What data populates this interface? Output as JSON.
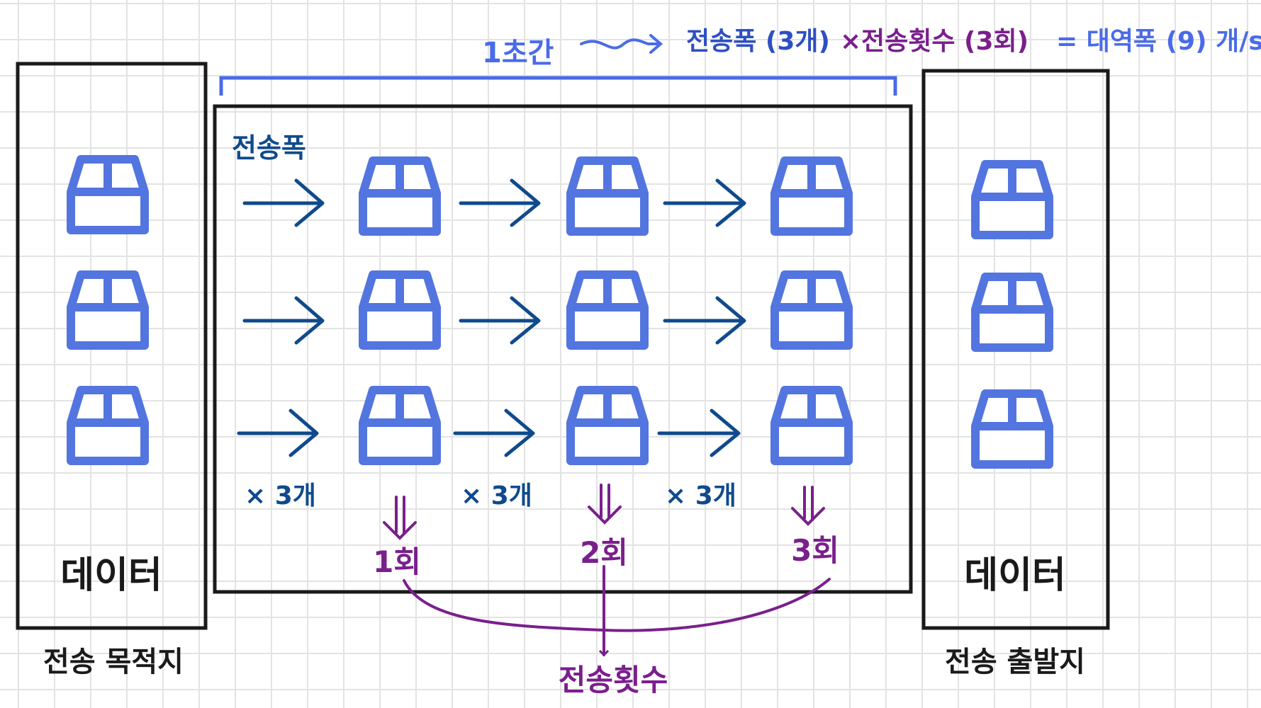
{
  "colors": {
    "box": "#5375e0",
    "arrow": "#0f4a8c",
    "purple": "#7a1f8c",
    "frame": "#1a1a1a",
    "bracket": "#4a6be8"
  },
  "icons": {
    "data_box": "box-icon"
  },
  "header": {
    "prefix": "1초간",
    "width_term": "전송폭 (3개)",
    "times": "×",
    "count_term": "전송횟수 (3회)",
    "result": "= 대역폭 (9) 개/s"
  },
  "left_panel": {
    "label": "데이터",
    "caption": "전송 목적지"
  },
  "right_panel": {
    "label": "데이터",
    "caption": "전송 출발지"
  },
  "channel": {
    "width_label": "전송폭",
    "multipliers": [
      "× 3개",
      "× 3개",
      "× 3개"
    ],
    "rounds": [
      "1회",
      "2회",
      "3회"
    ],
    "total_label": "전송횟수"
  }
}
